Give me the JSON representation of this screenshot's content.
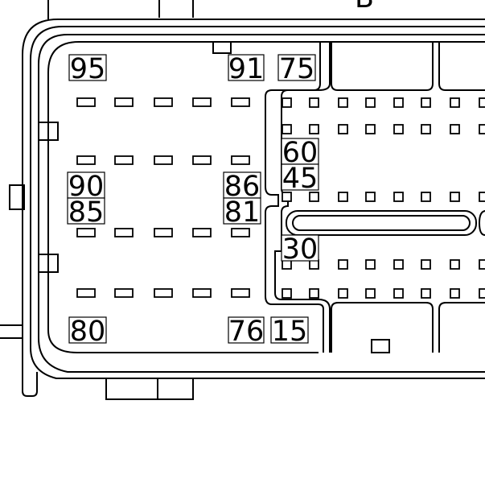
{
  "connector_letter": "B",
  "pin_labels": [
    {
      "id": "95",
      "text": "95"
    },
    {
      "id": "91",
      "text": "91"
    },
    {
      "id": "75",
      "text": "75"
    },
    {
      "id": "60",
      "text": "60"
    },
    {
      "id": "45",
      "text": "45"
    },
    {
      "id": "90",
      "text": "90"
    },
    {
      "id": "85",
      "text": "85"
    },
    {
      "id": "86",
      "text": "86"
    },
    {
      "id": "81",
      "text": "81"
    },
    {
      "id": "30",
      "text": "30"
    },
    {
      "id": "80",
      "text": "80"
    },
    {
      "id": "76",
      "text": "76"
    },
    {
      "id": "15",
      "text": "15"
    }
  ]
}
